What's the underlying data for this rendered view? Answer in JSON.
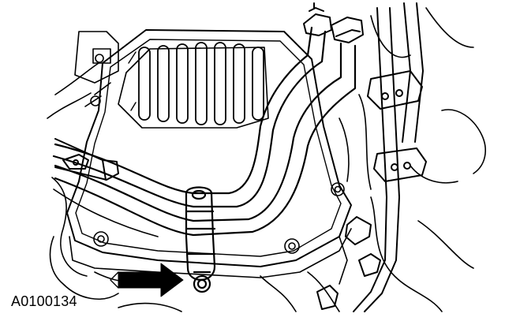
{
  "figure": {
    "reference_code": "A0100134"
  },
  "colors": {
    "ink": "#000000",
    "paper": "#ffffff"
  },
  "parts": [
    "transmission-pan",
    "cooler-lines",
    "line-bracket",
    "pan-bolts",
    "line-clips",
    "direction-arrow"
  ]
}
